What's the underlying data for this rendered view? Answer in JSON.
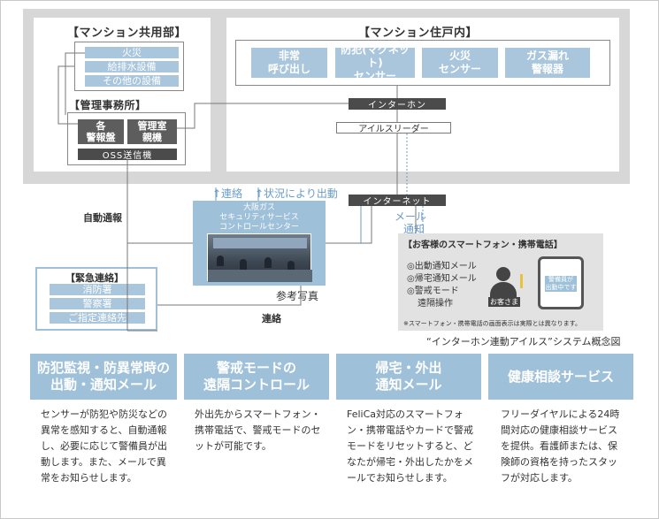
{
  "common_area": {
    "title": "【マンション共用部】",
    "items": [
      "火災",
      "給排水設備",
      "その他の設備"
    ]
  },
  "management": {
    "title": "【管理事務所】",
    "panel_left": "各\n警報盤",
    "panel_right": "管理室\n親機",
    "oss": "OSS送信機"
  },
  "residence": {
    "title": "【マンション住戸内】",
    "devices": [
      "非常\n呼び出し",
      "防犯(マグネット)\nセンサー",
      "火災\nセンサー",
      "ガス漏れ\n警報器"
    ],
    "intercom": "インターホン",
    "isle_reader": "アイルスリーダー"
  },
  "internet": "インターネット",
  "control_center": {
    "name": "大阪ガス\nセキュリティサービス\nコントロールセンター",
    "photo_caption": "参考写真"
  },
  "labels": {
    "auto_report": "自動通報",
    "contact_up": "↑連絡",
    "dispatch": "↑状況により出動",
    "mail_notice_1": "メール",
    "mail_notice_2": "通知",
    "contact_down": "連絡"
  },
  "emergency": {
    "title": "【緊急連絡】",
    "items": [
      "消防署",
      "警察署",
      "ご指定連絡先"
    ]
  },
  "smartphone": {
    "title": "【お客様のスマートフォン・携帯電話】",
    "list": [
      "◎出動通知メール",
      "◎帰宅通知メール",
      "◎警戒モード",
      "遠隔操作"
    ],
    "customer_label": "お客さま",
    "phone_screen": "警備員が\n出動中です",
    "note": "※スマートフォン・携帯電話の画面表示は実際とは異なります。"
  },
  "diagram_caption": "“インターホン連動アイルス”システム概念図",
  "features": [
    {
      "title": "防犯監視・防異常時の\n出動・通知メール",
      "body": "センサーが防犯や防災などの異常を感知すると、自動通報し、必要に応じて警備員が出動します。また、メールで異常をお知らせします。"
    },
    {
      "title": "警戒モードの\n遠隔コントロール",
      "body": "外出先からスマートフォン・携帯電話で、警戒モードのセットが可能です。"
    },
    {
      "title": "帰宅・外出\n通知メール",
      "body": "FeliCa対応のスマートフォン・携帯電話やカードで警戒モードをリセットすると、どなたが帰宅・外出したかをメールでお知らせします。"
    },
    {
      "title": "健康相談サービス",
      "body": "フリーダイヤルによる24時間対応の健康相談サービスを提供。看護師または、保険師の資格を持ったスタッフが対応します。"
    }
  ],
  "colors": {
    "accent_blue": "#a9c6dd",
    "feature_blue": "#9fc0d9",
    "dark": "#4b4b4b",
    "gray_band": "#d7d7d7"
  }
}
